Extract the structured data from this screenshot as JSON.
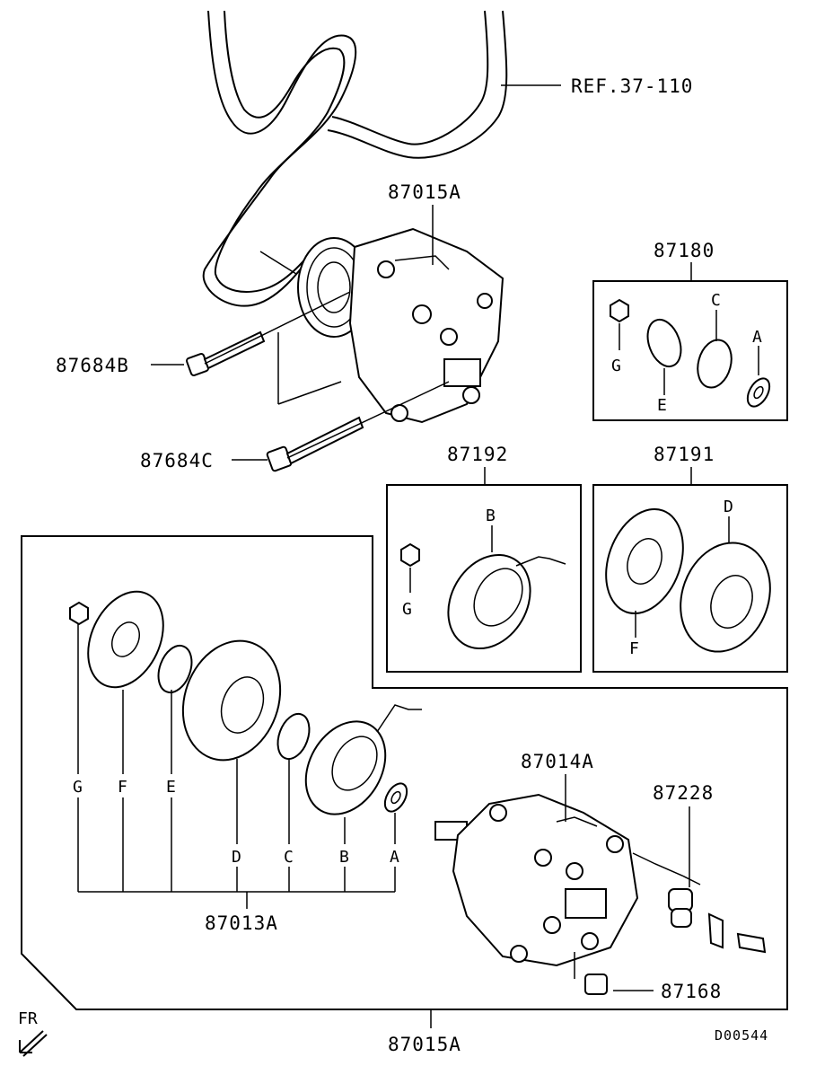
{
  "diagram": {
    "ref_label": "REF.37-110",
    "labels": {
      "top_compressor": "87015A",
      "bolt_b": "87684B",
      "bolt_c": "87684C",
      "kit_87180": "87180",
      "kit_87192": "87192",
      "kit_87191": "87191",
      "compressor_body": "87014A",
      "switch": "87228",
      "plug": "87168",
      "clutch_assy": "87013A",
      "bottom_assy": "87015A",
      "diagram_code": "D00544",
      "fr_arrow": "FR"
    },
    "letters": {
      "A": "A",
      "B": "B",
      "C": "C",
      "D": "D",
      "E": "E",
      "F": "F",
      "G": "G"
    }
  }
}
